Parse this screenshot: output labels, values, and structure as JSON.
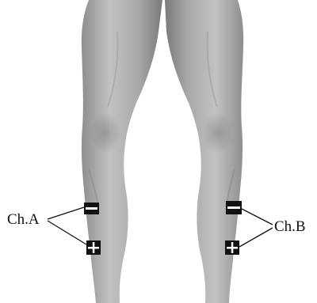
{
  "figure": {
    "channels": [
      {
        "label": "Ch.A",
        "electrodes": [
          "minus-electrode",
          "plus-electrode"
        ]
      },
      {
        "label": "Ch.B",
        "electrodes": [
          "minus-electrode",
          "plus-electrode"
        ]
      }
    ]
  },
  "colors": {
    "skin_light": "#b9b9b9",
    "skin_mid": "#9c9c9c",
    "skin_dark": "#6f6f6f",
    "electrode": "#111111",
    "leader_line": "#111111",
    "background": "#ffffff"
  }
}
